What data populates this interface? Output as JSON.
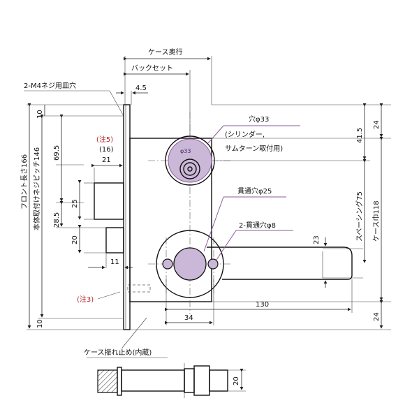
{
  "labels": {
    "case_depth": "ケース奥行",
    "backset": "バックセット",
    "screw_holes": "2-M4ネジ用皿穴",
    "dim_4_5": "4.5",
    "note5": "(注5)",
    "dim_16": "(16)",
    "dim_10_top": "10",
    "dim_10_bottom": "10",
    "dim_69_5": "69.5",
    "dim_21": "21",
    "dim_25": "25",
    "dim_28_5": "28.5",
    "dim_20_left": "20",
    "dim_11": "11",
    "front_length": "フロント長さ166",
    "body_pitch": "本体取付けネジピッチ146",
    "note3": "(注3)",
    "hole33": "穴φ33",
    "hole33_sub1": "(シリンダー,",
    "hole33_sub2": "サムターン取付用)",
    "through25": "貫通穴φ25",
    "through8": "2-貫通穴φ8",
    "dim_41_5": "41.5",
    "dim_24_top": "24",
    "spacing75": "スペーシング75",
    "case_width": "ケース巾118",
    "dim_23": "23",
    "dim_130": "130",
    "dim_34": "34",
    "dim_24_bottom": "24",
    "case_stopper": "ケース振れ止め(内蔵)",
    "dim_20_bottom": "20",
    "cylinder_mark": "φ33"
  },
  "colors": {
    "line": "#111111",
    "note": "#b3272d",
    "leader": "#8b5a9c"
  }
}
